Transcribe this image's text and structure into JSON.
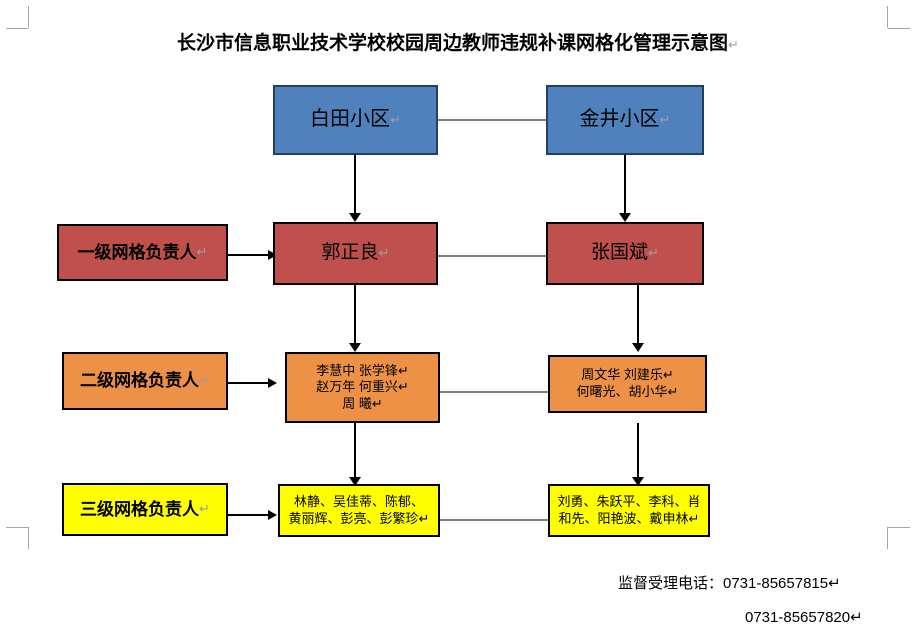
{
  "document": {
    "title": "长沙市信息职业技术学校校园周边教师违规补课网格化管理示意图",
    "title_mark": "↵"
  },
  "colors": {
    "blue_fill": "#4f81bd",
    "blue_border": "#243f5e",
    "red_fill": "#c0504d",
    "orange_fill": "#ed9146",
    "yellow_fill": "#ffff00",
    "connector": "#808080",
    "arrow": "#000000",
    "crop_mark": "#a6a6a6"
  },
  "diagram": {
    "type": "org-chart",
    "columns": [
      {
        "key": "left",
        "community": "白田小区"
      },
      {
        "key": "right",
        "community": "金井小区"
      }
    ],
    "row_labels": [
      {
        "key": "level1",
        "text": "一级网格负责人",
        "mark": "↵",
        "color": "#c0504d"
      },
      {
        "key": "level2",
        "text": "二级网格负责人",
        "mark": "↵",
        "color": "#ed9146"
      },
      {
        "key": "level3",
        "text": "三级网格负责人",
        "mark": "↵",
        "color": "#ffff00"
      }
    ],
    "communities": {
      "left": {
        "name": "白田小区",
        "mark": "↵"
      },
      "right": {
        "name": "金井小区",
        "mark": "↵"
      }
    },
    "level1": {
      "left": {
        "name": "郭正良",
        "mark": "↵"
      },
      "right": {
        "name": "张国斌",
        "mark": "↵"
      }
    },
    "level2": {
      "left": {
        "lines": [
          "李慧中  张学锋↵",
          "赵万年  何重兴↵",
          "周  曦↵"
        ]
      },
      "right": {
        "lines": [
          "周文华  刘建乐↵",
          "何曙光、胡小华↵"
        ]
      }
    },
    "level3": {
      "left": {
        "lines": [
          "林静、吴佳蒂、陈郁、",
          "黄丽辉、彭亮、彭繁珍↵"
        ]
      },
      "right": {
        "lines": [
          "刘勇、朱跃平、李科、肖",
          "和先、阳艳波、戴申林↵"
        ]
      }
    }
  },
  "footer": {
    "line1": "监督受理电话：0731-85657815↵",
    "line2": "0731-85657820↵"
  }
}
